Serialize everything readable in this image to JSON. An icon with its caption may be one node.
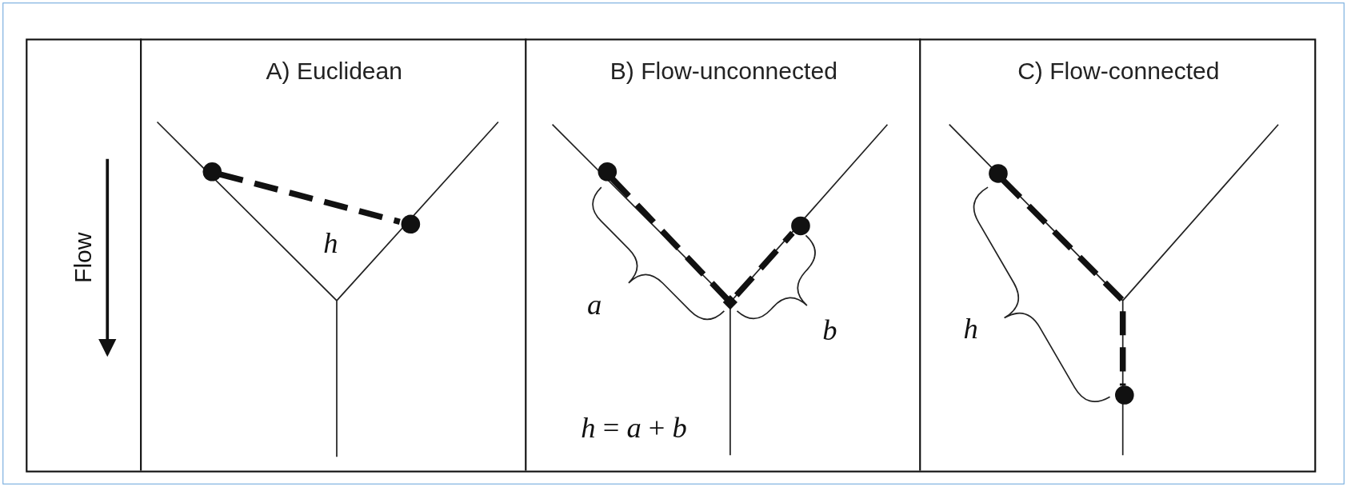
{
  "diagram": {
    "nodes": [
      {
        "text": [
          "A) Euclidean"
        ]
      },
      {
        "text": [],
        "shape": "circle",
        "in": 0
      },
      {
        "text": [],
        "shape": "circle",
        "in": 0
      },
      {
        "text": [
          "B) Flow-unconnected"
        ]
      },
      {
        "text": [],
        "shape": "circle",
        "in": 3
      },
      {
        "text": [],
        "shape": "circle",
        "in": 3
      },
      {
        "text": [
          "C) Flow-connected"
        ]
      },
      {
        "text": [],
        "shape": "circle",
        "in": 6
      },
      {
        "text": [],
        "shape": "circle",
        "in": 6
      }
    ],
    "edges": [
      {
        "from": 1,
        "to": 2,
        "arrow": "none",
        "style": "dashed"
      },
      {
        "from": 4,
        "to": 5,
        "arrow": "none",
        "style": "dashed"
      },
      {
        "from": 7,
        "to": 8,
        "arrow": "none",
        "style": "dashed"
      }
    ],
    "labels": [
      "Flow",
      "h",
      "a",
      "b",
      "*h* = *a* + *b*",
      "h"
    ]
  }
}
